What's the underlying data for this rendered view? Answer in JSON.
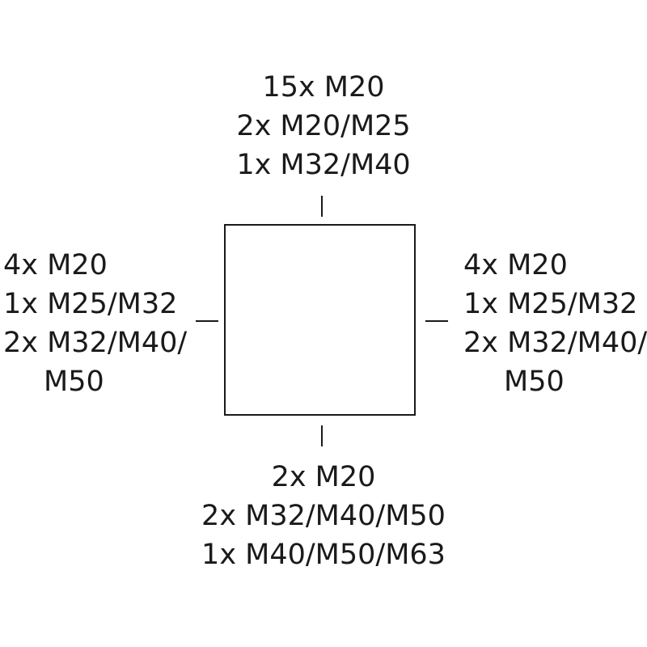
{
  "top": [
    "15x M20",
    "2x M20/M25",
    "1x M32/M40"
  ],
  "left": [
    "4x M20",
    "1x M25/M32",
    "2x M32/M40/",
    "M50"
  ],
  "right": [
    "4x M20",
    "1x M25/M32",
    "2x M32/M40/",
    "M50"
  ],
  "bottom": [
    "2x M20",
    "2x M32/M40/M50",
    "1x M40/M50/M63"
  ]
}
